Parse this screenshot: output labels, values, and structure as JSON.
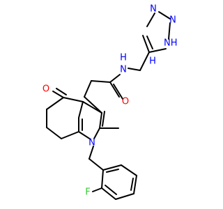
{
  "colors": {
    "background": "#ffffff",
    "bond": "#000000",
    "nitrogen": "#0000ff",
    "oxygen": "#ff0000",
    "fluorine": "#33cc33"
  },
  "labels": {
    "n_triazole_top": "N",
    "n_triazole_right": "N",
    "nh_triazole": "NH",
    "h_triazole": "H",
    "n_amide": "N",
    "h_amide": "H",
    "o_amide": "O",
    "o_ketone": "O",
    "n_indole": "N",
    "f": "F"
  }
}
